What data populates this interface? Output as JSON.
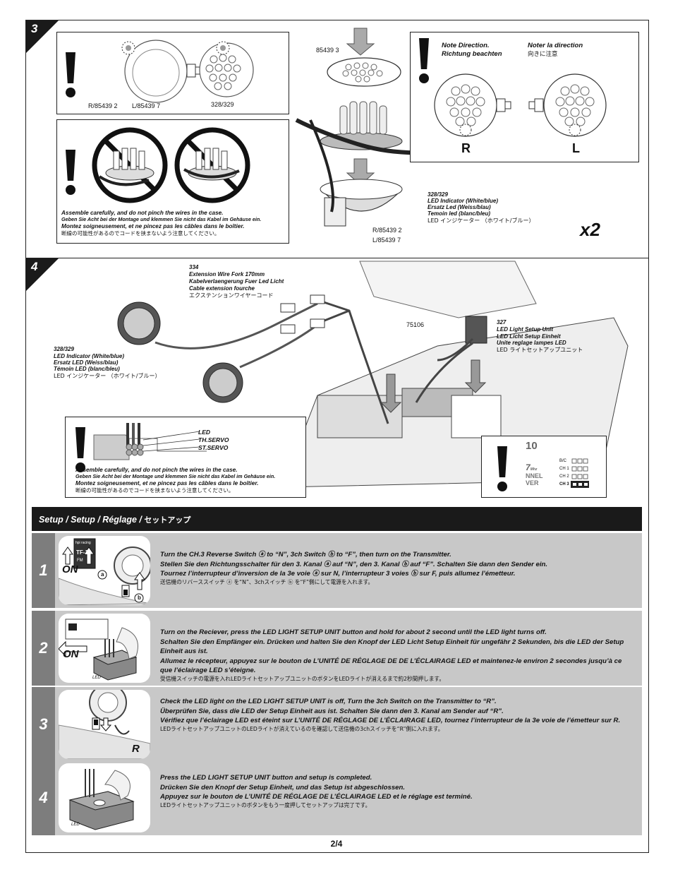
{
  "page": {
    "number": "2/4"
  },
  "step3": {
    "number": "3",
    "part_top": "85439",
    "part_top_circ": "3",
    "pair_label_left": "R/85439",
    "pair_label_left_circ": "2",
    "pair_label_mid": "L/85439",
    "pair_label_mid_circ": "7",
    "pair_label_right": "328/329",
    "note_en": "Note Direction.",
    "note_de": "Richtung beachten",
    "note_fr": "Noter la direction",
    "note_jp": "向きに注意",
    "r_label": "R",
    "l_label": "L",
    "warn_en": "Assemble carefully, and do not pinch the wires in the case.",
    "warn_de": "Geben Sie Acht bei der Montage und klemmen Sie nicht das Kabel im Gehäuse ein.",
    "warn_fr": "Montez soigneusement, et ne pincez pas les câbles dans le boîtier.",
    "warn_jp": "断線の可能性があるのでコードを挟まないよう注意してください。",
    "led_part": "328/329",
    "led_en": "LED Indicator (White/blue)",
    "led_de": "Ersatz Led (Weiss/blau)",
    "led_fr": "Temoin led (blanc/bleu)",
    "led_jp": "LED インジケーター （ホワイト/ブルー）",
    "bottom_r": "R/85439",
    "bottom_r_circ": "2",
    "bottom_l": "L/85439",
    "bottom_l_circ": "7",
    "multiplier": "x2"
  },
  "step4": {
    "number": "4",
    "ext_part": "334",
    "ext_en": "Extension  Wire Fork 170mm",
    "ext_de": "Kabelverlaengerung Fuer Led Licht",
    "ext_fr": "Cable extension fourche",
    "ext_jp": "エクステンションワイヤーコード",
    "clip_part": "75106",
    "setup_part": "327",
    "setup_en": "LED Light Setup Unit",
    "setup_de": "LED Licht Setup Einheit",
    "setup_fr": "Unite reglage lampes LED",
    "setup_jp": "LED ライトセットアップユニット",
    "led_part": "328/329",
    "led_en": "LED Indicator (White/blue)",
    "led_de": "Ersatz LED (Weiss/blau)",
    "led_fr": "Témoin LED (blanc/bleu)",
    "led_jp": "LED インジケーター （ホワイト/ブルー）",
    "wire_led": "LED",
    "wire_th": "TH.SERVO",
    "wire_st": "ST.SERVO",
    "warn_en": "Assemble carefully, and do not pinch the wires in the case.",
    "warn_de": "Geben Sie Acht bei der Montage und klemmen Sie nicht das Kabel im Gehäuse ein.",
    "warn_fr": "Montez soigneusement, et ne pincez pas les câbles dans le boîtier.",
    "warn_jp": "断線の可能性があるのでコードを挟まないよう注意してください。",
    "rx_top": "10",
    "rx_mhz": "7",
    "rx_mhz_unit": "Mhz",
    "rx_nnel": "NNEL",
    "rx_ver": "VER",
    "rx_bc": "B/C",
    "rx_ch1": "CH 1",
    "rx_ch2": "CH 2",
    "rx_ch3": "CH 3"
  },
  "setup": {
    "title": "Setup / Setup / Réglage / ",
    "title_jp": "セットアップ",
    "steps": [
      {
        "num": "1",
        "en": "Turn the CH.3 Reverse Switch ⓐ to “N”, 3ch Switch ⓑ to “F”, then turn on the Transmitter.",
        "de": "Stellen Sie den Richtungsschalter für den 3. Kanal ⓐ auf “N”, den 3. Kanal ⓑ auf “F”. Schalten Sie dann den Sender ein.",
        "fr": "Tournez l’interrupteur d’inversion de la 3e voie ⓐ sur N, l’interrupteur 3 voies ⓑ sur F, puis allumez l’émetteur.",
        "jp": "送信機のリバーススイッチ ⓐ を“N”、3chスイッチ ⓑ を“F”側にして電源を入れます。",
        "label_on": "ON",
        "brand": "hpi racing",
        "model": "TF-10",
        "fm": "FM",
        "mark_a": "a",
        "mark_b": "b"
      },
      {
        "num": "2",
        "en": "Turn on the Reciever, press the LED LIGHT SETUP UNIT button and hold for about 2 second until the LED light turns off.",
        "de": "Schalten Sie den Empfänger ein. Drücken und halten Sie den Knopf der LED Licht Setup Einheit für ungefähr 2 Sekunden, bis die LED der Setup Einheit aus ist.",
        "fr": "Allumez le récepteur, appuyez sur le bouton de L’UNITÉ DE RÉGLAGE DE DE L’ÉCLAIRAGE LED et maintenez-le environ 2 secondes jusqu’à ce que l’éclairage LED s’éteigne.",
        "jp": "受信機スイッチの電源を入れLEDライトセットアップユニットのボタンをLEDライトが消えるまで約2秒間押します。",
        "label_on": "ON",
        "label_led": "LED"
      },
      {
        "num": "3",
        "en": "Check the LED light on the LED LIGHT SETUP UNIT is off, Turn the 3ch Switch on the Transmitter to “R”.",
        "de": "Überprüfen Sie, dass die LED der Setup Einheit aus ist. Schalten Sie dann den 3. Kanal am Sender auf “R”.",
        "fr": "Vérifiez que l’éclairage LED est éteint sur L’UNITÉ DE RÉGLAGE DE L’ÉCLAIRAGE LED, tournez l’interrupteur de la 3e voie de l’émetteur sur R.",
        "jp": "LEDライトセットアップユニットのLEDライトが消えているのを確認して送信機の3chスイッチを“R”側に入れます。",
        "label_r": "R"
      },
      {
        "num": "4",
        "en": "Press the LED LIGHT SETUP UNIT button and setup is completed.",
        "de": "Drücken Sie den Knopf der Setup Einheit, und das Setup ist abgeschlossen.",
        "fr": "Appuyez sur le bouton de L’UNITÉ DE RÉGLAGE DE L’ÉCLAIRAGE LED et le réglage est terminé.",
        "jp": "LEDライトセットアップユニットのボタンをもう一度押してセットアップは完了です。",
        "label_led": "LED"
      }
    ]
  }
}
